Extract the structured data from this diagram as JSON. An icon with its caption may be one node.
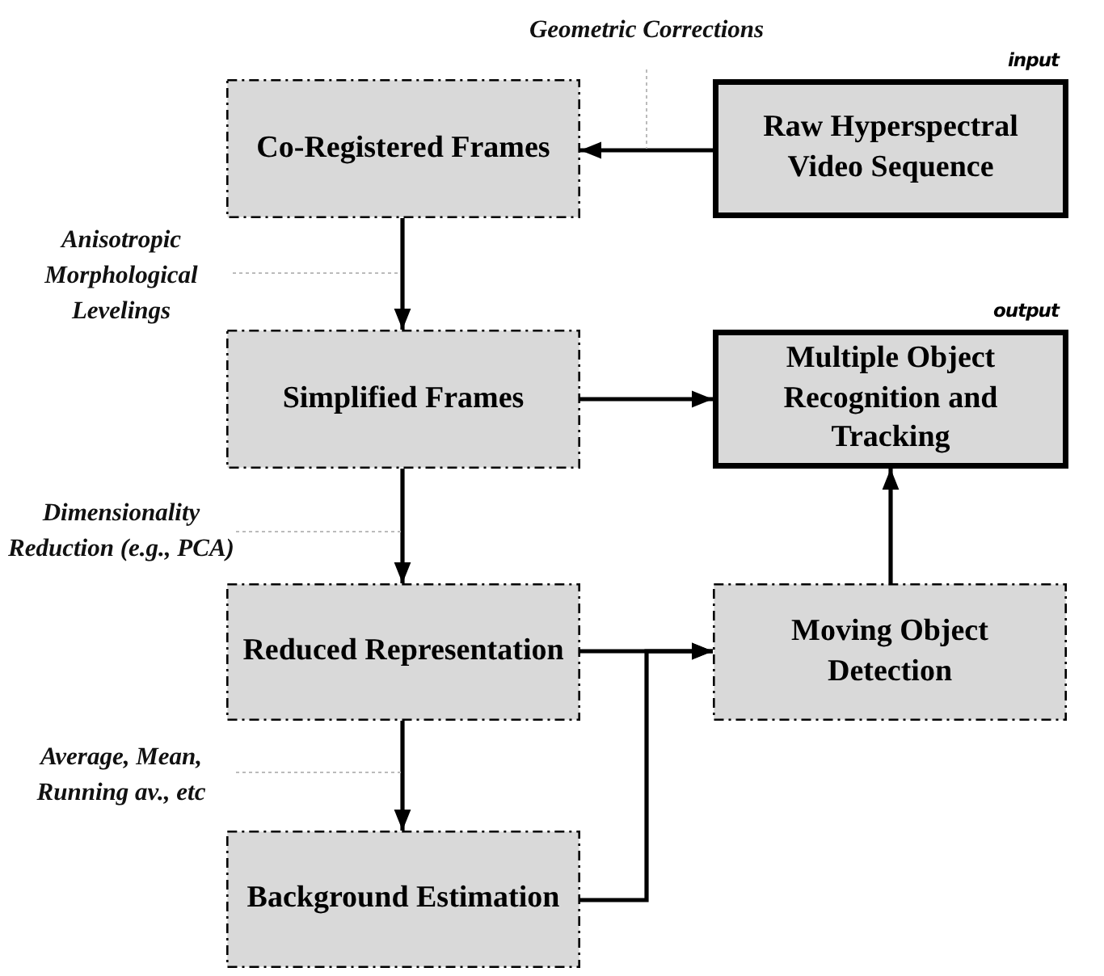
{
  "diagram": {
    "nodes": [
      {
        "text": [
          "Co-Registered Frames"
        ]
      },
      {
        "text": [
          "Raw Hyperspectral Video Sequence"
        ],
        "beside": [
          "input"
        ]
      },
      {
        "text": [
          "Simplified Frames"
        ]
      },
      {
        "text": [
          "Multiple Object Recognition and Tracking"
        ],
        "beside": [
          "output"
        ]
      },
      {
        "text": [
          "Reduced Representation"
        ]
      },
      {
        "text": [
          "Moving Object Detection"
        ]
      },
      {
        "text": [
          "Background Estimation"
        ]
      },
      {
        "text": [
          "Geometric Corrections"
        ]
      },
      {
        "text": [
          "Anisotropic Morphological Levelings"
        ]
      },
      {
        "text": [
          "Dimensionality Reduction (e.g., PCA)"
        ]
      },
      {
        "text": [
          "Average, Mean, Running av., etc"
        ]
      }
    ],
    "edges": [
      {
        "from": 1,
        "to": 0,
        "arrow": "to"
      },
      {
        "from": 0,
        "to": 2,
        "arrow": "to"
      },
      {
        "from": 2,
        "to": 3,
        "arrow": "to"
      },
      {
        "from": 2,
        "to": 4,
        "arrow": "to"
      },
      {
        "from": 4,
        "to": 6,
        "arrow": "to"
      },
      {
        "from": 4,
        "to": 5,
        "arrow": "to"
      },
      {
        "from": 6,
        "to": 5,
        "arrow": "to"
      },
      {
        "from": 5,
        "to": 3,
        "arrow": "to"
      },
      {
        "from": 7,
        "to": null,
        "arrow": "none",
        "style": "dashed",
        "color": "#bbbbbb"
      },
      {
        "from": 8,
        "to": null,
        "arrow": "none",
        "style": "dashed",
        "color": "#bbbbbb"
      },
      {
        "from": 9,
        "to": null,
        "arrow": "none",
        "style": "dashed",
        "color": "#bbbbbb"
      },
      {
        "from": 10,
        "to": null,
        "arrow": "none",
        "style": "dashed",
        "color": "#bbbbbb"
      }
    ]
  }
}
